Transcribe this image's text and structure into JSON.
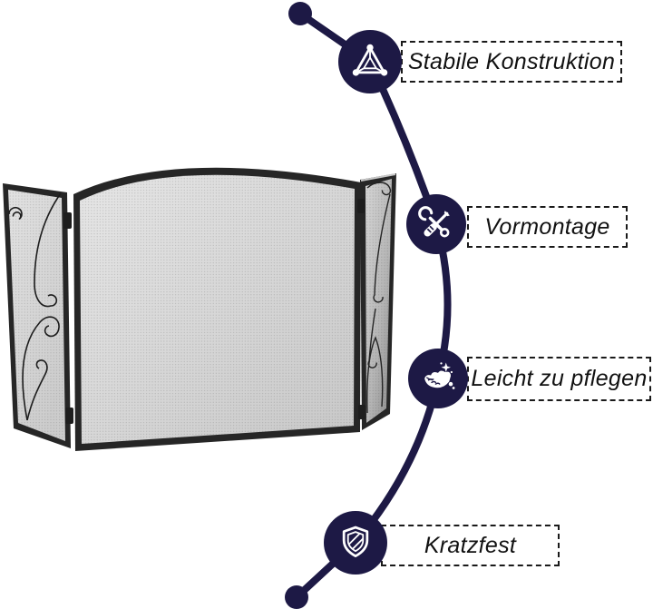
{
  "colors": {
    "background": "#ffffff",
    "accent": "#1d1945",
    "box_border": "#1a1a1a",
    "label_text": "#111111",
    "frame_black": "#262626",
    "mesh_light": "#dddddd",
    "mesh_dark": "#969696"
  },
  "product": {
    "kind": "three-panel-fireplace-spark-screen",
    "panels": [
      "left-scrollwork-panel",
      "center-arched-mesh-panel",
      "right-scrollwork-panel"
    ]
  },
  "features": [
    {
      "label": "Stabile Konstruktion",
      "icon": "triangle-truss-icon"
    },
    {
      "label": "Vormontage",
      "icon": "wrench-screwdriver-icon"
    },
    {
      "label": "Leicht zu pflegen",
      "icon": "wiping-hand-icon"
    },
    {
      "label": "Kratzfest",
      "icon": "striped-shield-icon"
    }
  ]
}
